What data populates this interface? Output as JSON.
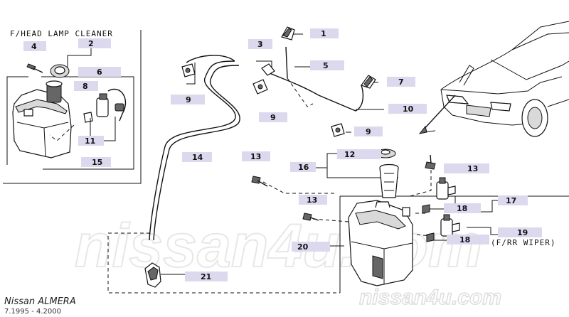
{
  "inset_title": "F/HEAD LAMP CLEANER",
  "rear_wiper_label": "(F/RR WIPER)",
  "footer": {
    "model": "Nissan ALMERA",
    "period": "7.1995  -  4.2000"
  },
  "watermarks": {
    "center": "nissan4u.com",
    "corner": "nissan4u.com"
  },
  "callouts": {
    "c1": "1",
    "c2": "2",
    "c3": "3",
    "c4": "4",
    "c5": "5",
    "c6": "6",
    "c7": "7",
    "c8": "8",
    "c9a": "9",
    "c9b": "9",
    "c9c": "9",
    "c10": "10",
    "c11": "11",
    "c12": "12",
    "c13a": "13",
    "c13b": "13",
    "c13c": "13",
    "c14": "14",
    "c15": "15",
    "c16": "16",
    "c17": "17",
    "c18a": "18",
    "c18b": "18",
    "c19": "19",
    "c20": "20",
    "c21": "21"
  },
  "colors": {
    "callout_fill": "#dcd8ee",
    "line": "#111111",
    "watermark": "#e7e7e7"
  }
}
